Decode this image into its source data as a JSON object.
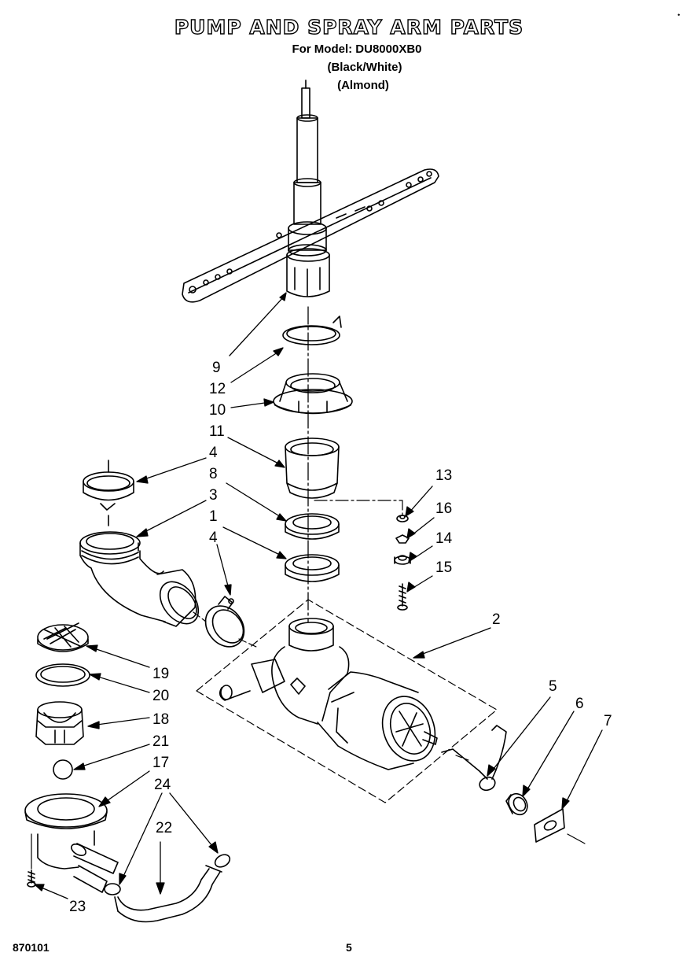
{
  "page": {
    "title": "PUMP AND SPRAY ARM PARTS",
    "model_line": "For Model: DU8000XB0",
    "color_1": "(Black/White)",
    "color_2": "(Almond)",
    "doc_number": "870101",
    "page_number": "5",
    "corner_mark": "•"
  },
  "part_labels": [
    "9",
    "12",
    "10",
    "11",
    "4",
    "8",
    "3",
    "1",
    "4",
    "13",
    "16",
    "14",
    "15",
    "2",
    "19",
    "20",
    "18",
    "21",
    "17",
    "24",
    "22",
    "23",
    "5",
    "6",
    "7"
  ]
}
